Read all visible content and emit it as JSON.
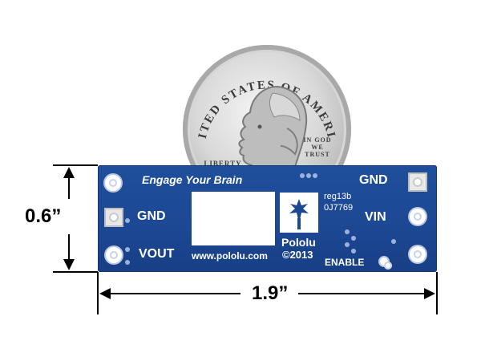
{
  "coin": {
    "arc_text": "UNITED STATES OF AMERICA",
    "motto": "IN GOD WE TRUST",
    "liberty": "LIBERTY"
  },
  "board": {
    "slogan": "Engage Your Brain",
    "pin_left_gnd": "GND",
    "pin_vout": "VOUT",
    "url": "www.pololu.com",
    "brand": "Pololu",
    "copyright": "©2013",
    "revision": "reg13b",
    "part_code": "0J7769",
    "pin_right_gnd": "GND",
    "pin_vin": "VIN",
    "pin_enable": "ENABLE"
  },
  "dimensions": {
    "height": "0.6”",
    "width": "1.9”"
  },
  "colors": {
    "board": "#1c4793",
    "silkscreen": "#ffffff",
    "dimension_ink": "#000000"
  },
  "icons": [
    "pololu-palm-logo-icon",
    "quarter-coin"
  ]
}
